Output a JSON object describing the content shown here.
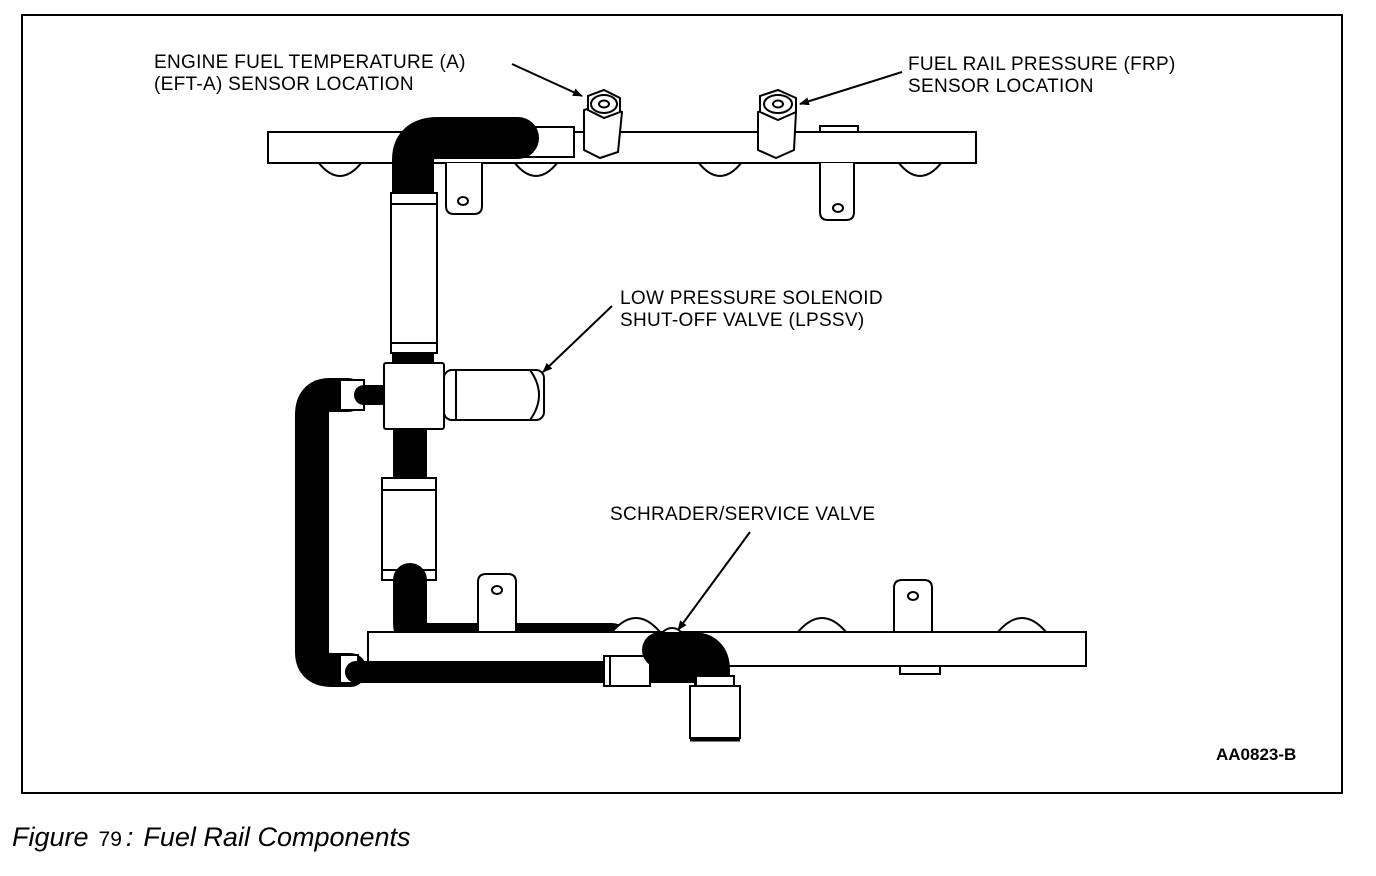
{
  "labels": {
    "eft_line1": "ENGINE FUEL TEMPERATURE (A)",
    "eft_line2": "(EFT-A) SENSOR LOCATION",
    "frp_line1": "FUEL RAIL PRESSURE (FRP)",
    "frp_line2": "SENSOR LOCATION",
    "lpssv_line1": "LOW PRESSURE SOLENOID",
    "lpssv_line2": "SHUT-OFF VALVE (LPSSV)",
    "schrader": "SCHRADER/SERVICE VALVE",
    "code": "AA0823-B"
  },
  "caption": {
    "prefix": "Figure",
    "number": "79",
    "separator": ":",
    "title": "Fuel Rail Components"
  }
}
